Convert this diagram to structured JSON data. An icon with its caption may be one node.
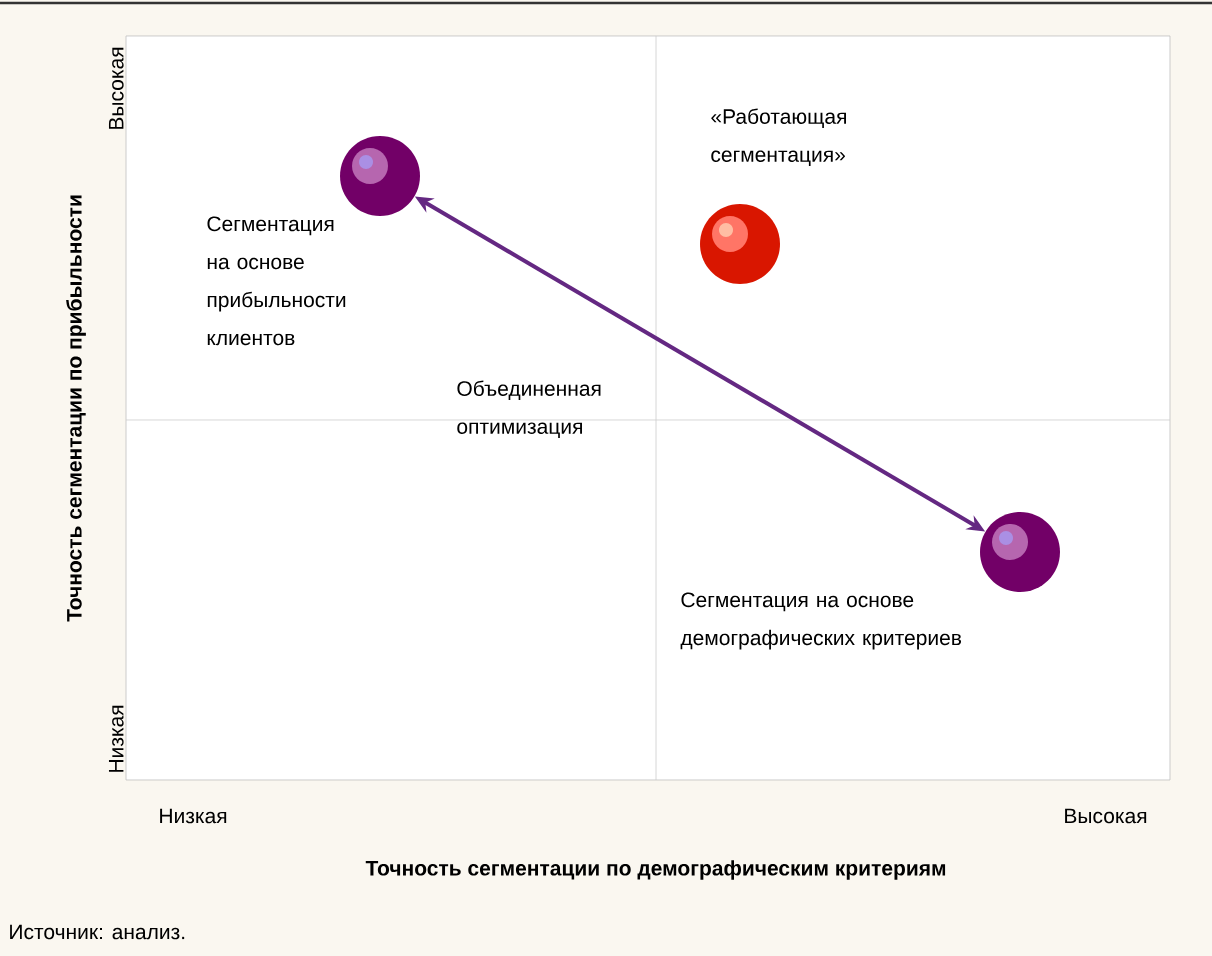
{
  "diagram": {
    "caption": "Источник: анализ.",
    "nodes": [
      {
        "text": [],
        "shape": "circle",
        "beside": [
          "Сегментация на основе прибыльности клиентов"
        ]
      },
      {
        "text": [],
        "shape": "circle",
        "beside": [
          "«Работающая сегментация»"
        ]
      },
      {
        "text": [],
        "shape": "circle",
        "beside": [
          "Сегментация на основе демографических критериев"
        ]
      }
    ],
    "edges": [
      {
        "from": 0,
        "to": 2,
        "arrow": "both",
        "label": "Объединенная оптимизация"
      }
    ],
    "labels": [
      "Точность сегментации по прибыльности",
      "Высокая",
      "Низкая",
      "Низкая",
      "Высокая",
      "Точность сегментации по демографическим критериям"
    ]
  }
}
